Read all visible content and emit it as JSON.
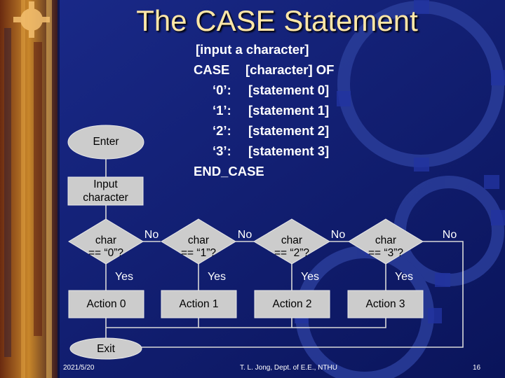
{
  "title": "The CASE Statement",
  "code": {
    "line1": "[input a character]",
    "line2_kw": "CASE",
    "line2_rest": "[character] OF",
    "cases": [
      {
        "key": "‘0’:",
        "stmt": "[statement 0]"
      },
      {
        "key": "‘1’:",
        "stmt": "[statement 1]"
      },
      {
        "key": "‘2’:",
        "stmt": "[statement 2]"
      },
      {
        "key": "‘3’:",
        "stmt": "[statement 3]"
      }
    ],
    "end": "END_CASE"
  },
  "flowchart": {
    "enter": "Enter",
    "input_line1": "Input",
    "input_line2": "character",
    "decisions": [
      {
        "line1": "char",
        "line2": "== “0”?"
      },
      {
        "line1": "char",
        "line2": "== “1”?"
      },
      {
        "line1": "char",
        "line2": "== “2”?"
      },
      {
        "line1": "char",
        "line2": "== “3”?"
      }
    ],
    "actions": [
      "Action 0",
      "Action 1",
      "Action 2",
      "Action 3"
    ],
    "yes_label": "Yes",
    "no_label": "No",
    "exit": "Exit"
  },
  "footer": {
    "date": "2021/5/20",
    "author": "T. L. Jong, Dept. of E.E., NTHU",
    "page": "16"
  },
  "colors": {
    "background": "#0d1a66",
    "shape_fill": "#cccccc",
    "title": "#ffe7a8",
    "text": "#ffffff"
  }
}
